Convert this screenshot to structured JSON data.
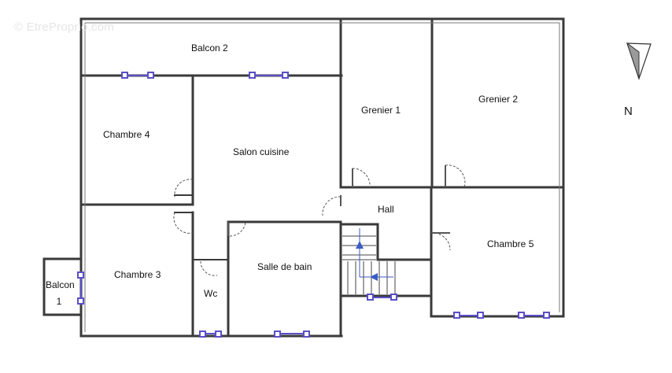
{
  "watermark": "© EtreProprio.com",
  "compass": {
    "label": "N",
    "icon": "north-arrow-icon"
  },
  "rooms": {
    "balcon2": "Balcon 2",
    "chambre4": "Chambre 4",
    "salon": "Salon cuisine",
    "grenier1": "Grenier 1",
    "grenier2": "Grenier 2",
    "hall": "Hall",
    "chambre5": "Chambre 5",
    "chambre3": "Chambre 3",
    "balcon1_line1": "Balcon",
    "balcon1_line2": "1",
    "salle_de_bain": "Salle de bain",
    "wc": "Wc"
  },
  "colors": {
    "wall": "#3a3a3a",
    "window": "#5a4fc8",
    "stair_arrow": "#3b5cc4"
  }
}
